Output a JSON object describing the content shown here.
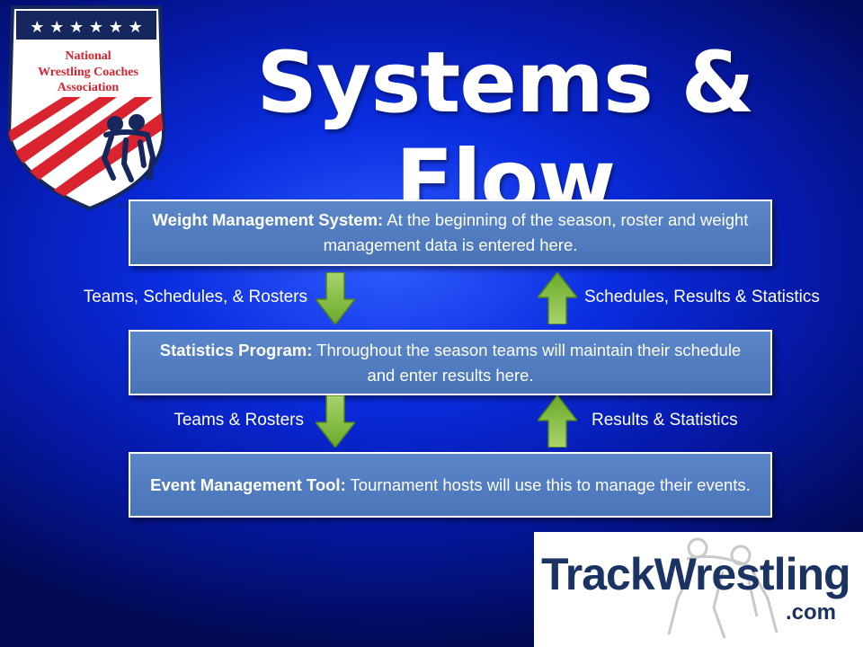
{
  "logo": {
    "stars": "★ ★ ★ ★ ★ ★",
    "line1": "National",
    "line2": "Wrestling Coaches",
    "line3": "Association",
    "icon": "wrestlers-icon",
    "colors": {
      "red": "#d9232e",
      "navy": "#16275e",
      "white": "#ffffff"
    }
  },
  "title": "Systems & Flow",
  "boxes": [
    {
      "bold": "Weight Management System:",
      "text": " At the beginning of the season, roster and weight management data is entered here."
    },
    {
      "bold": "Statistics Program:",
      "text": " Throughout the season teams will  maintain their schedule and enter results here."
    },
    {
      "bold": "Event Management Tool:",
      "text": " Tournament hosts will use this to manage their events."
    }
  ],
  "labels": {
    "down1": "Teams, Schedules, & Rosters",
    "up1": "Schedules, Results & Statistics",
    "down2": "Teams & Rosters",
    "up2": "Results & Statistics"
  },
  "trackwrestling": {
    "name": "TrackWrestling",
    "domain": ".com"
  },
  "colors": {
    "background": "#0a2de0",
    "box": "#4f7cc0",
    "arrow": "#8cc63f"
  }
}
